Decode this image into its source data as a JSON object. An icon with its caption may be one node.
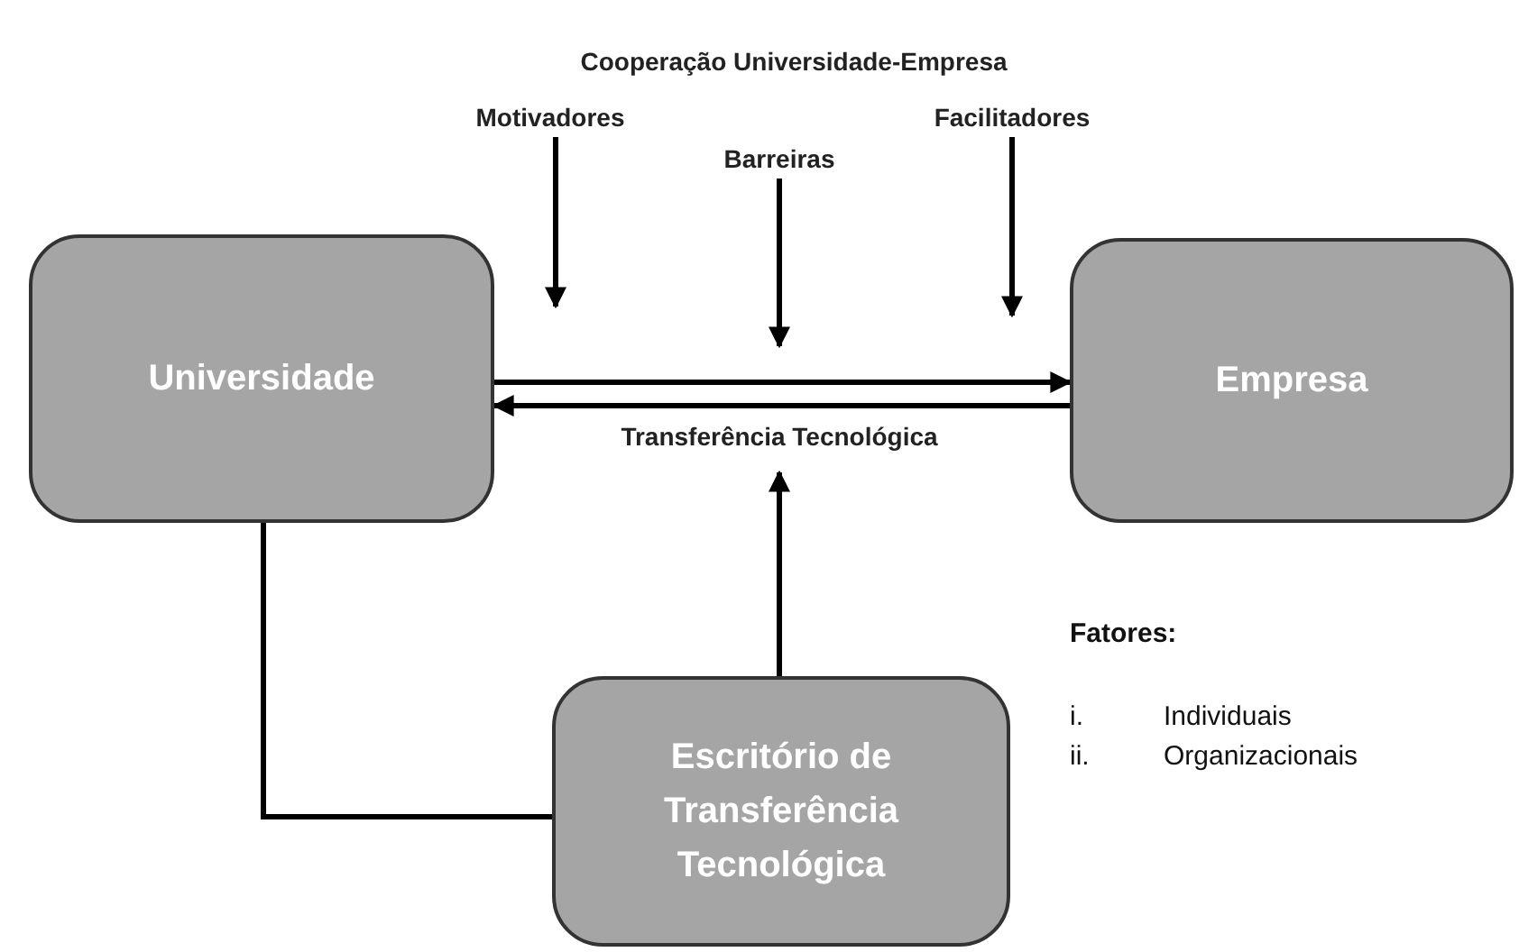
{
  "diagram": {
    "title": "Cooperação Universidade-Empresa",
    "nodes": [
      {
        "text": [
          "Universidade"
        ]
      },
      {
        "text": [
          "Empresa"
        ]
      },
      {
        "text": [
          "Escritório de Transferência Tecnológica"
        ]
      },
      {
        "text": [
          "Motivadores"
        ]
      },
      {
        "text": [
          "Barreiras"
        ]
      },
      {
        "text": [
          "Facilitadores"
        ]
      }
    ],
    "edges": [
      {
        "from": 0,
        "to": 1,
        "arrow": "to"
      },
      {
        "from": 1,
        "to": 0,
        "arrow": "to",
        "label": "Transferência Tecnológica"
      },
      {
        "from": 3,
        "to": null,
        "arrow": "to"
      },
      {
        "from": 4,
        "to": null,
        "arrow": "to"
      },
      {
        "from": 5,
        "to": null,
        "arrow": "to"
      },
      {
        "from": 2,
        "to": null,
        "arrow": "to"
      },
      {
        "from": 0,
        "to": 2,
        "arrow": "none"
      }
    ],
    "labels": [
      "Fatores:",
      "i.",
      "Individuais",
      "ii.",
      "Organizacionais"
    ]
  }
}
